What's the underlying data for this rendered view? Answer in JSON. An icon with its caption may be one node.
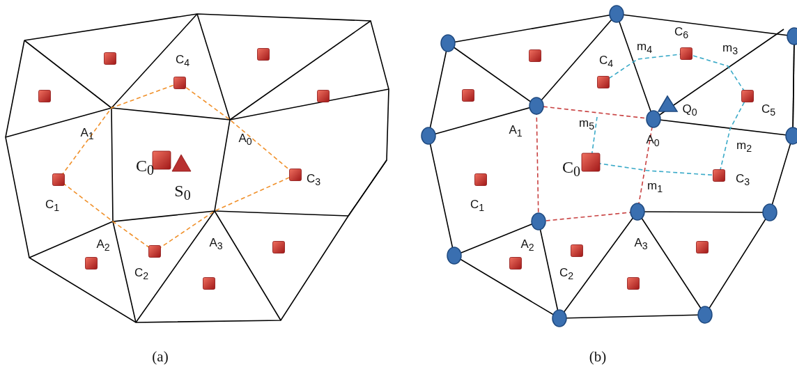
{
  "diagram": {
    "labels": [
      "C$_{4}$",
      "A$_{1}$",
      "C$_{0}$",
      "A$_{0}$",
      "C$_{1}$",
      "S$_{0}$",
      "C$_{3}$",
      "A$_{2}$",
      "A$_{3}$",
      "C$_{2}$",
      "(a)",
      "C$_{6}$",
      "m$_{4}$",
      "m$_{3}$",
      "C$_{4}$",
      "Q$_{0}$",
      "C$_{5}$",
      "A$_{1}$",
      "m$_{5}$",
      "A$_{0}$",
      "m$_{2}$",
      "C$_{0}$",
      "C$_{3}$",
      "m$_{1}$",
      "C$_{1}$",
      "A$_{2}$",
      "A$_{3}$",
      "C$_{2}$",
      "(b)"
    ]
  }
}
